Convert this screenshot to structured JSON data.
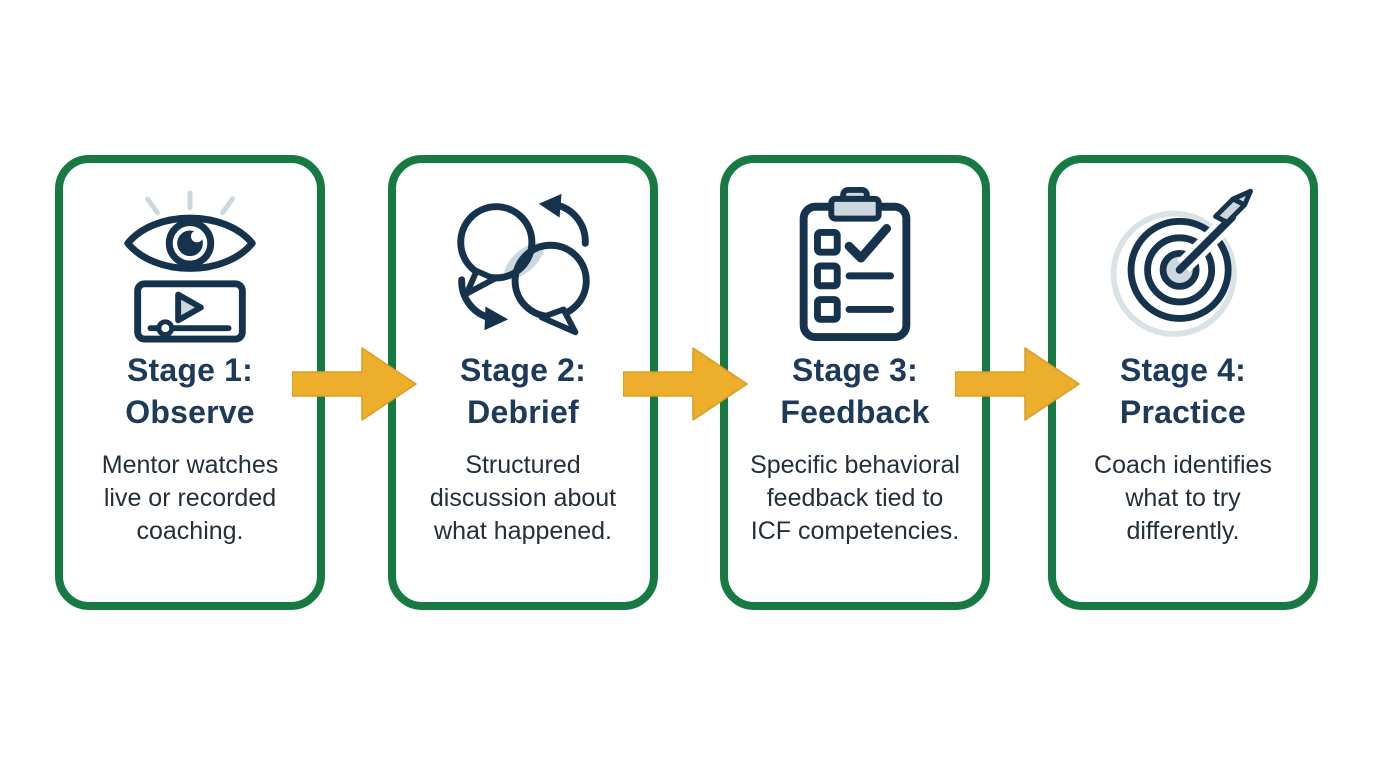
{
  "diagram": {
    "name": "four-stage-coaching-process",
    "stages": [
      {
        "id": "stage-1",
        "icon": "eye-video-icon",
        "title_lines": [
          "Stage 1:",
          "Observe"
        ],
        "desc_lines": [
          "Mentor watches",
          "live or recorded",
          "coaching."
        ]
      },
      {
        "id": "stage-2",
        "icon": "speech-bubbles-icon",
        "title_lines": [
          "Stage 2:",
          "Debrief"
        ],
        "desc_lines": [
          "Structured",
          "discussion about",
          "what happened."
        ]
      },
      {
        "id": "stage-3",
        "icon": "checklist-clipboard-icon",
        "title_lines": [
          "Stage 3:",
          "Feedback"
        ],
        "desc_lines": [
          "Specific behavioral",
          "feedback tied to",
          "ICF competencies."
        ]
      },
      {
        "id": "stage-4",
        "icon": "target-arrow-icon",
        "title_lines": [
          "Stage 4:",
          "Practice"
        ],
        "desc_lines": [
          "Coach identifies",
          "what to try",
          "differently."
        ]
      }
    ],
    "connector_icon": "right-arrow-icon",
    "colors": {
      "card_border_green": "#177a43",
      "title_navy": "#1d3a5a",
      "body_text": "#242f3b",
      "icon_stroke_navy": "#16334d",
      "icon_accent_gray": "#ccd8de",
      "target_halo_gray": "#dbe2e6",
      "arrow_gold": "#edae2d",
      "background": "#ffffff"
    }
  }
}
